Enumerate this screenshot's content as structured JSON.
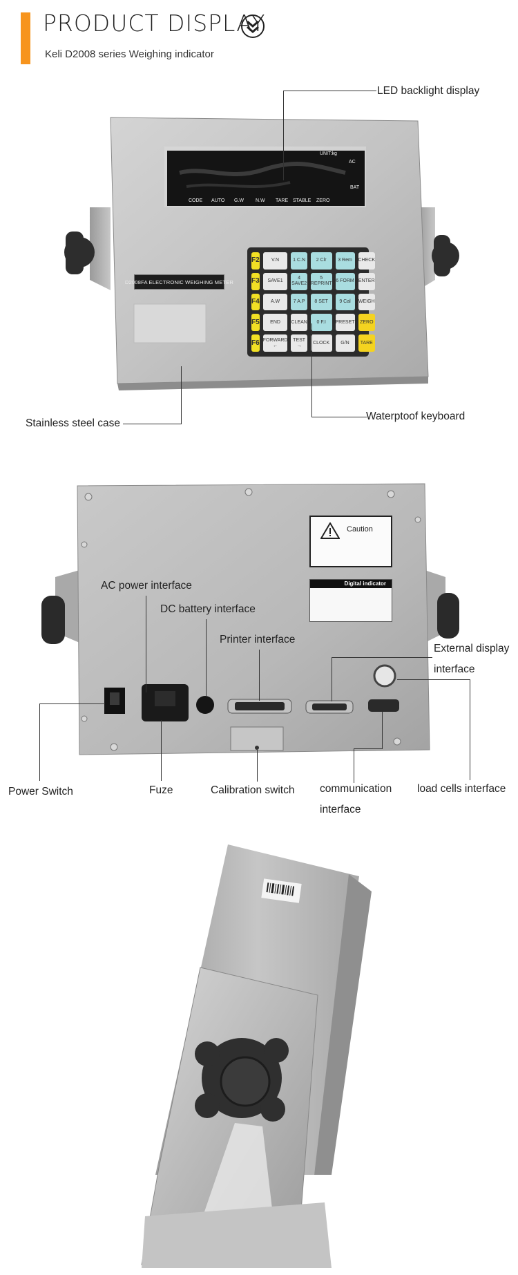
{
  "header": {
    "title": "PRODUCT DISPLAY",
    "subtitle": "Keli D2008 series Weighing indicator",
    "accent_color": "#f7941d",
    "icon": "double-chevron-down-icon"
  },
  "front_view": {
    "callouts": {
      "led": "LED backlight display",
      "keyboard": "Waterptoof keyboard",
      "case": "Stainless steel case"
    },
    "display_labels": {
      "unit": "UNIT:kg",
      "ac": "AC",
      "bat": "BAT",
      "code": "CODE",
      "auto": "AUTO",
      "gw": "G.W",
      "nw": "N.W",
      "tare": "TARE",
      "stable": "STABLE",
      "zero": "ZERO"
    },
    "nameplate": "D2008FA ELECTRONIC WEIGHING METER",
    "keypad": [
      {
        "label": "F2",
        "color": "yellow"
      },
      {
        "label": "V.N",
        "color": "white"
      },
      {
        "label": "1 C.N",
        "color": "cyan"
      },
      {
        "label": "2 Clr",
        "color": "cyan"
      },
      {
        "label": "3 Rem",
        "color": "cyan"
      },
      {
        "label": "CHECK",
        "color": "white"
      },
      {
        "label": "F3",
        "color": "yellow"
      },
      {
        "label": "SAVE1",
        "color": "white"
      },
      {
        "label": "4 SAVE2",
        "color": "cyan"
      },
      {
        "label": "5 REPRINT",
        "color": "cyan"
      },
      {
        "label": "6 FORM",
        "color": "cyan"
      },
      {
        "label": "ENTER",
        "color": "white"
      },
      {
        "label": "F4",
        "color": "yellow"
      },
      {
        "label": "A.W",
        "color": "white"
      },
      {
        "label": "7 A.P",
        "color": "cyan"
      },
      {
        "label": "8 SET",
        "color": "cyan"
      },
      {
        "label": "9 Cal",
        "color": "cyan"
      },
      {
        "label": "WEIGH",
        "color": "white"
      },
      {
        "label": "F5",
        "color": "yellow"
      },
      {
        "label": "END",
        "color": "white"
      },
      {
        "label": "CLEAN",
        "color": "white"
      },
      {
        "label": "0 F.I",
        "color": "cyan"
      },
      {
        "label": "PRESET",
        "color": "white"
      },
      {
        "label": "ZERO",
        "color": "orange"
      },
      {
        "label": "F6",
        "color": "yellow"
      },
      {
        "label": "FORWARD ←",
        "color": "white"
      },
      {
        "label": "TEST →",
        "color": "white"
      },
      {
        "label": "CLOCK",
        "color": "white"
      },
      {
        "label": "G/N",
        "color": "white"
      },
      {
        "label": "TARE",
        "color": "orange"
      }
    ]
  },
  "back_view": {
    "callouts": {
      "ac_power": "AC power interface",
      "dc_battery": "DC battery interface",
      "printer": "Printer interface",
      "external_display_1": "External display",
      "external_display_2": "interface",
      "power_switch": "Power Switch",
      "fuze": "Fuze",
      "calibration": "Calibration switch",
      "communication_1": "communication",
      "communication_2": "interface",
      "load_cells": "load cells interface"
    },
    "caution_title": "Caution",
    "digital_indicator_title": "Digital indicator"
  }
}
